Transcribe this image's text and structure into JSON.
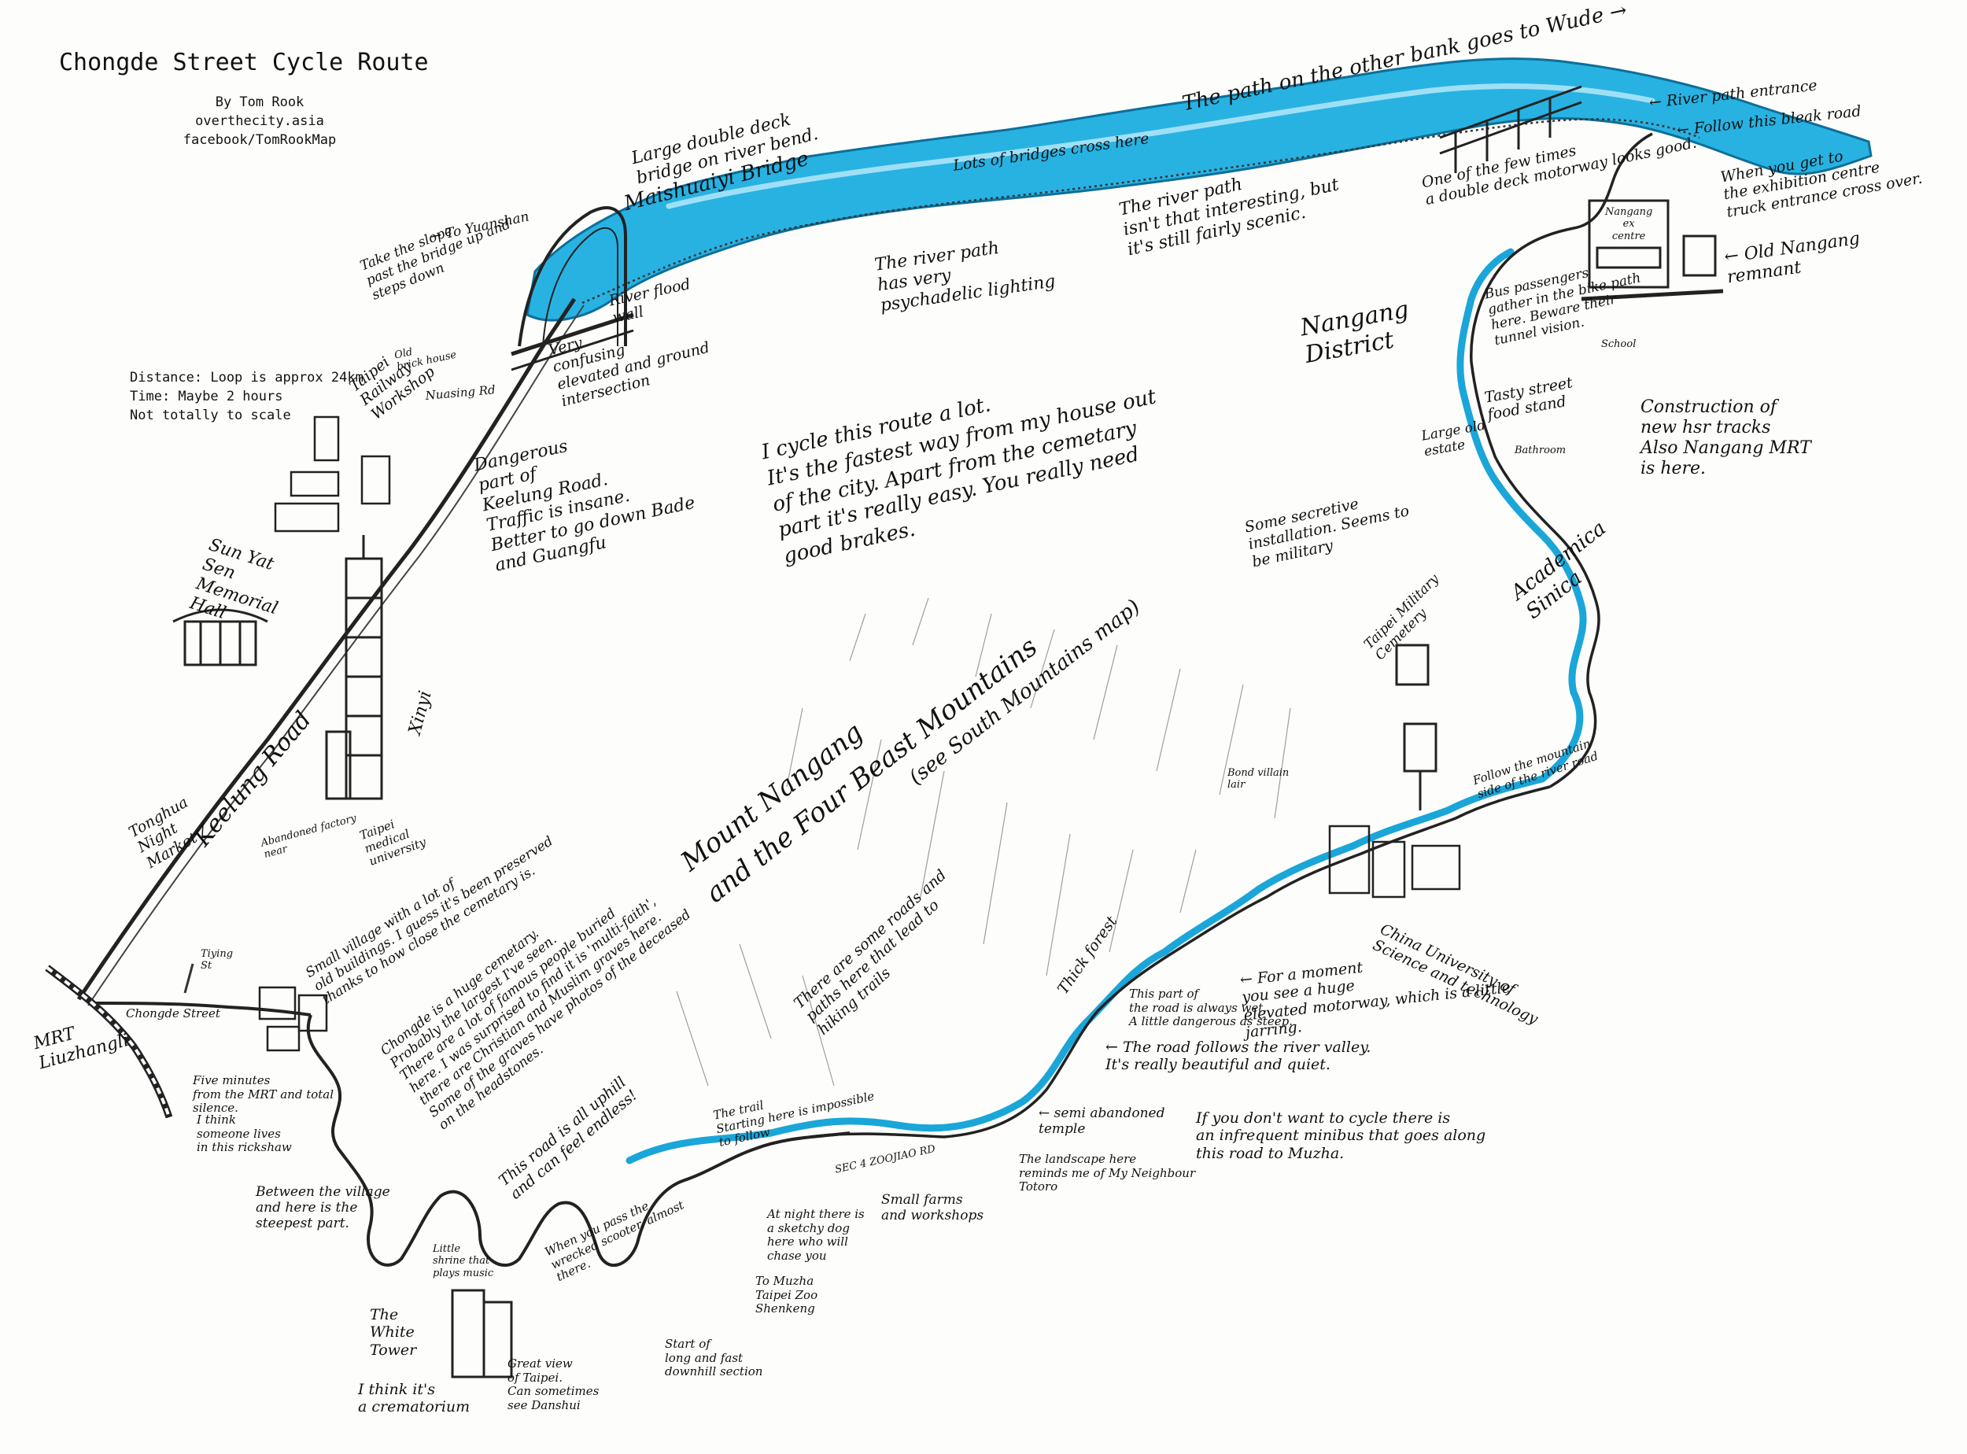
{
  "header": {
    "title": "Chongde Street Cycle Route",
    "author": "By Tom Rook",
    "website": "overthecity.asia",
    "facebook": "facebook/TomRookMap"
  },
  "stats": {
    "distance": "Distance: Loop is approx 24km",
    "time": "Time: Maybe 2 hours",
    "scale": "Not totally to scale"
  },
  "colors": {
    "river": "#1aa6d8",
    "river_light": "#3cc0ec",
    "ink": "#111111",
    "paper": "#fdfdfb"
  },
  "labels": {
    "to_yuanshan": "→ To Yuanshan",
    "take_slope": "Take the slope\npast the bridge up and\nsteps down",
    "large_bridge": "Large double deck\nbridge on river bend.",
    "maishuaiyi": "Maishuaiyi Bridge",
    "river_flood_wall": "River flood\nwall",
    "very_confusing": "Very\nconfusing\nelevated and ground\nintersection",
    "old_brick_house": "Old\nbrick house",
    "nuasing_rd": "Nuasing Rd",
    "taipei_railway": "Taipei\nRailway\nWorkshop",
    "dangerous": "Dangerous\npart of\nKeelung Road.\nTraffic is insane.\nBetter to go down Bade\nand Guangfu",
    "sun_yat_sen": "Sun Yat\nSen\nMemorial\nHall",
    "xinyi": "Xinyi",
    "keelung_road": "Keelung Road",
    "tonghua": "Tonghua\nNight\nMarket",
    "abandoned_factory": "Abandoned factory\nnear",
    "taipei_medical": "Taipei\nmedical\nuniversity",
    "lots_of_bridges": "Lots of bridges cross here",
    "path_other_bank": "The path on the other bank goes to Wude →",
    "psychedelic": "The river path\nhas very\npsychadelic lighting",
    "river_path_interesting": "The river path\nisn't that interesting, but\nit's still fairly scenic.",
    "double_deck_motorway": "One of the few times\na double deck motorway looks good.",
    "river_path_entrance": "← River path entrance",
    "bleak_road": "← Follow this bleak road",
    "exhibition_centre": "When you get to\nthe exhibition centre\ntruck entrance cross over.",
    "nangang_ex_centre": "Nangang\nex\ncentre",
    "old_nangang": "← Old Nangang\nremnant",
    "bus_passengers": "Bus passengers\ngather in the bike path\nhere. Beware their\ntunnel vision.",
    "nangang_district": "Nangang\nDistrict",
    "school": "School",
    "tasty_street_food": "Tasty street\nfood stand",
    "construction_hsr": "Construction of\nnew hsr tracks\nAlso Nangang MRT\nis here.",
    "large_old_estate": "Large old\nestate",
    "bathroom": "Bathroom",
    "i_cycle": "I cycle this route a lot.\nIt's the fastest way from my house out\nof the city.  Apart from the cemetary\npart it's really easy.  You really need\ngood brakes.",
    "secretive": "Some secretive\ninstallation. Seems to\nbe military",
    "academica_sinica": "Academica\nSinica",
    "military_cemetery": "Taipei Military\nCemetery",
    "bond_villain": "Bond villain\nlair",
    "follow_mountain": "Follow the mountain\nside of the river road",
    "mount_nangang": "Mount Nangang\nand the Four Beast Mountains",
    "see_south": "(see South Mountains map)",
    "china_university": "China University of\nScience and technology",
    "thick_forest": "Thick forest",
    "for_a_moment": "← For a moment\nyou see a huge\nelevated motorway, which is a little\njarring.",
    "always_wet": "This part of\nthe road is always wet.\nA little dangerous as steep.",
    "follows_river": "← The road follows the river valley.\nIt's really beautiful and quiet.",
    "minibus": "If you don't want to cycle there is\nan infrequent minibus that goes along\nthis road to Muzha.",
    "semi_abandoned": "← semi abandoned\ntemple",
    "totoro": "The landscape here\nreminds me of My Neighbour\nTotoro",
    "small_farms": "Small farms\nand workshops",
    "trail_impossible": "The trail\nStarting here is impossible\nto follow",
    "some_roads": "There are some roads and\npaths here that lead to\nhiking trails",
    "road_sign": "SEC 4 ZOOJIAO RD",
    "sketchy_dog": "At night there is\na sketchy dog\nhere who will\nchase you",
    "to_muzha": "To Muzha\nTaipei Zoo\nShenkeng",
    "start_downhill": "Start of\nlong and fast\ndownhill section",
    "wrecked_scooter": "When you pass the\nwrecked scooter, almost\nthere.",
    "uphill": "This road is all uphill\nand can feel endless!",
    "great_view": "Great view\nof Taipei.\nCan sometimes\nsee Danshui",
    "white_tower": "The\nWhite\nTower",
    "crematorium": "I think it's\na crematorium",
    "little_shrine": "Little\nshrine that\nplays music",
    "steepest": "Between the village\nand here is the\nsteepest part.",
    "rickshaw": "I think\nsomeone lives\nin this rickshaw",
    "five_minutes": "Five minutes\nfrom the MRT and total\nsilence.",
    "chongde_cemetery": "Chongde is a huge cemetary.\nProbably the largest I've seen.\nThere are a lot of famous people buried\nhere.  I was surprised to find it is 'multi-faith',\nthere are Christian and Muslim graves here.\nSome of the graves have photos of the deceased\non the headstones.",
    "small_village": "Small village with a lot of\nold buildings. I guess it's been preserved\nthanks to how close the cemetary is.",
    "tiying_st": "Tiying\nSt",
    "chongde_street": "Chongde Street",
    "mrt_liuzhangli": "MRT\nLiuzhangli"
  }
}
